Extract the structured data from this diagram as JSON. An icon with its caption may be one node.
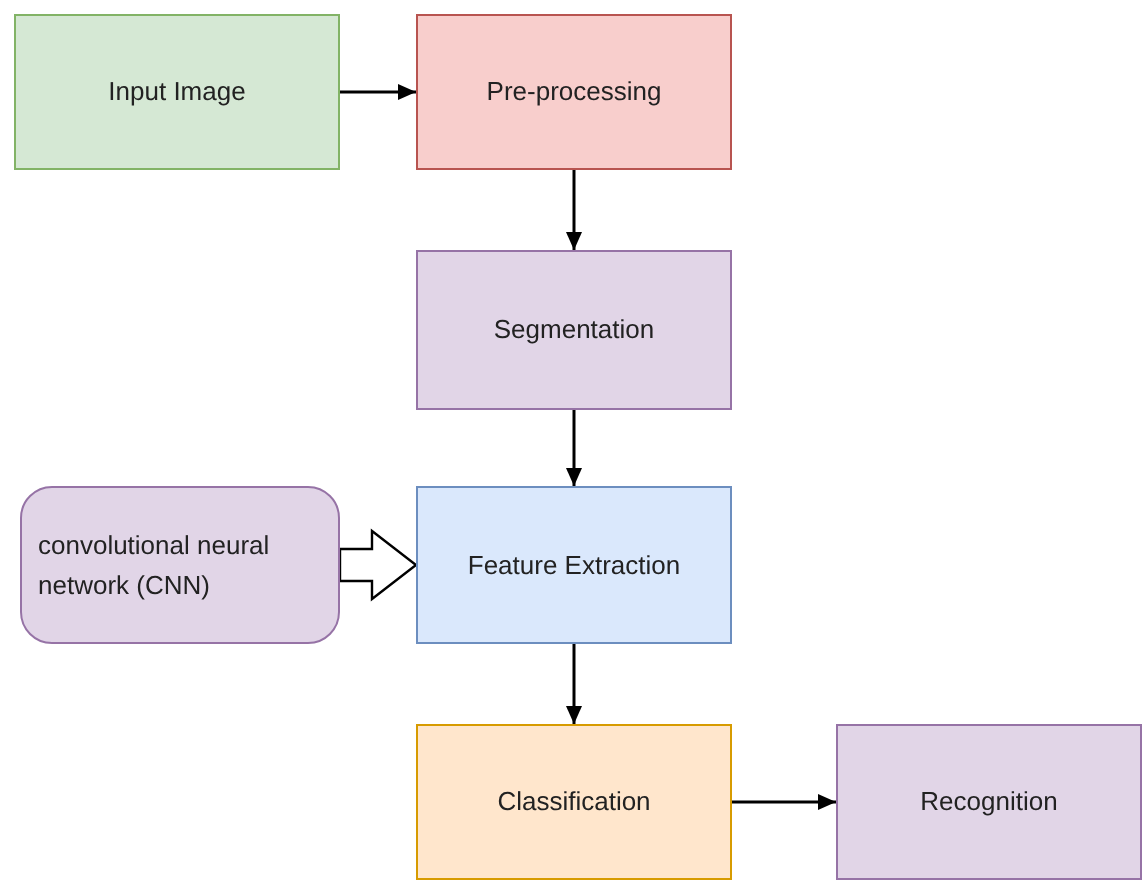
{
  "diagram": {
    "nodes": [
      {
        "text": [
          "Input Image"
        ]
      },
      {
        "text": [
          "Pre-processing"
        ]
      },
      {
        "text": [
          "Segmentation"
        ]
      },
      {
        "text": [
          "convolutional neural network (CNN)"
        ]
      },
      {
        "text": [
          "Feature Extraction"
        ]
      },
      {
        "text": [
          "Classification"
        ]
      },
      {
        "text": [
          "Recognition"
        ]
      }
    ],
    "edges": [
      {
        "from": 0,
        "to": 1,
        "arrow": "to"
      },
      {
        "from": 1,
        "to": 2,
        "arrow": "to"
      },
      {
        "from": 2,
        "to": 4,
        "arrow": "to"
      },
      {
        "from": 3,
        "to": 4,
        "arrow": "to",
        "style": "thick"
      },
      {
        "from": 4,
        "to": 5,
        "arrow": "to"
      },
      {
        "from": 5,
        "to": 6,
        "arrow": "to"
      }
    ]
  }
}
